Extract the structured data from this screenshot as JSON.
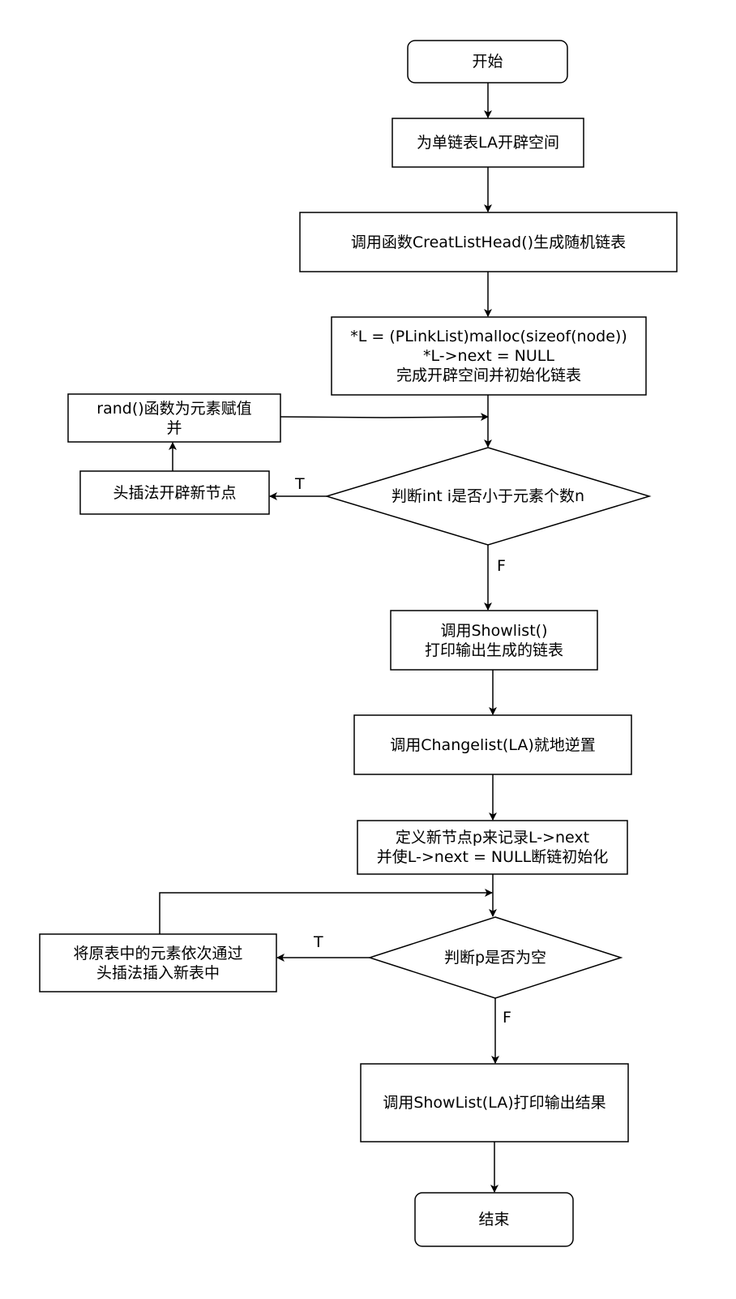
{
  "nodes": {
    "start": "开始",
    "alloc_la": "为单链表LA开辟空间",
    "call_create": "调用函数CreatListHead()生成随机链表",
    "init_head": "*L = (PLinkList)malloc(sizeof(node))\n*L->next = NULL\n完成开辟空间并初始化链表",
    "rand_assign": "rand()函数为元素赋值\n并",
    "head_insert_new": "头插法开辟新节点",
    "decision_i": "判断int i是否小于元素个数n",
    "call_showlist": "调用Showlist()\n打印输出生成的链表",
    "call_changelist": "调用Changelist(LA)就地逆置",
    "define_p": "定义新节点p来记录L->next\n并使L->next = NULL断链初始化",
    "decision_p": "判断p是否为空",
    "move_elements": "将原表中的元素依次通过\n头插法插入新表中",
    "call_showlist_la": "调用ShowList(LA)打印输出结果",
    "end": "结束"
  },
  "edge_labels": {
    "decision_i_true": "T",
    "decision_i_false": "F",
    "decision_p_true": "T",
    "decision_p_false": "F"
  }
}
